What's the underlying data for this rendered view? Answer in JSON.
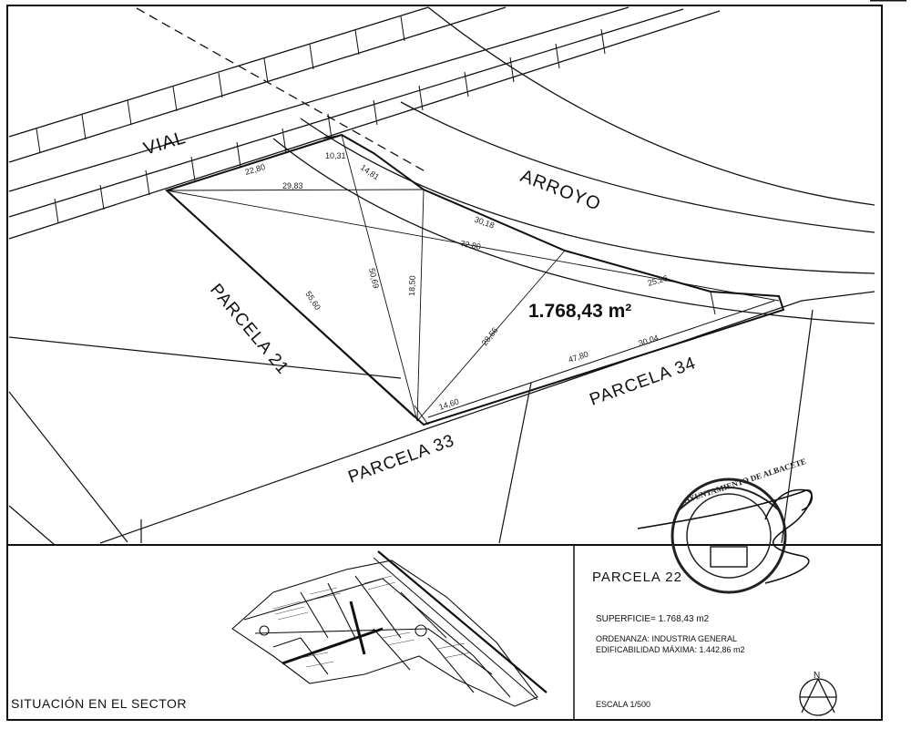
{
  "labels": {
    "vial": "VIAL",
    "arroyo": "ARROYO",
    "parcela_21": "PARCELA 21",
    "parcela_33": "PARCELA 33",
    "parcela_34": "PARCELA 34",
    "area": "1.768,43 m²"
  },
  "dimensions": {
    "d1": "22,80",
    "d2": "10,31",
    "d3": "14,81",
    "d4": "29,83",
    "d5": "30,18",
    "d6": "72,80",
    "d7": "25,26",
    "d8": "55,60",
    "d9": "50,69",
    "d10": "18,50",
    "d11": "28,56",
    "d12": "47,80",
    "d13": "30,04",
    "d14": "14,60"
  },
  "situation": {
    "caption": "SITUACIÓN EN EL SECTOR"
  },
  "info_box": {
    "title": "PARCELA 22",
    "superficie": "SUPERFICIE= 1.768,43 m2",
    "ordenanza": "ORDENANZA: INDUSTRIA GENERAL",
    "edificabilidad": "EDIFICABILIDAD MÁXIMA: 1.442,86 m2",
    "escala": "ESCALA 1/500",
    "north": "N"
  },
  "stamp": {
    "text": "AYUNTAMIENTO DE ALBACETE"
  }
}
